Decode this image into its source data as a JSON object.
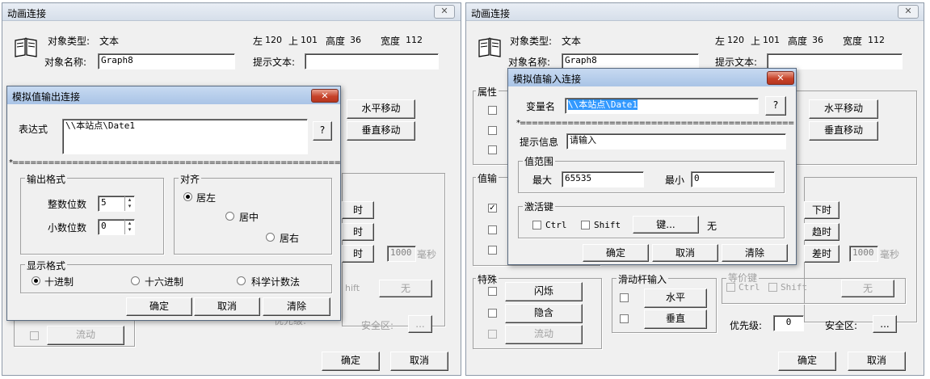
{
  "left_window": {
    "title": "动画连接",
    "close": "✕",
    "object_type_label": "对象类型:",
    "object_type": "文本",
    "left_label": "左",
    "left": "120",
    "top_label": "上",
    "top": "101",
    "height_label": "高度",
    "height": "36",
    "width_label": "宽度",
    "width": "112",
    "object_name_label": "对象名称:",
    "object_name": "Graph8",
    "hint_label": "提示文本:",
    "hint_value": "",
    "move_h": "水平移动",
    "move_v": "垂直移动",
    "partial_btns": [
      "时",
      "时",
      "时"
    ],
    "ms_value": "1000",
    "ms_label": "毫秒",
    "shift_text": "hift",
    "none_btn": "无",
    "flow_btn": "流动",
    "priority_partial": "优先级:",
    "safety_label": "安全区:",
    "ellipsis_btn": "...",
    "ok": "确定",
    "cancel": "取消"
  },
  "output_dialog": {
    "title": "模拟值输出连接",
    "close": "✕",
    "expr_label": "表达式",
    "expr_value": "\\\\本站点\\Date1",
    "expr_browse": "?",
    "stars": "*================================================================*",
    "format_group": "输出格式",
    "int_digits_label": "整数位数",
    "int_digits": "5",
    "dec_digits_label": "小数位数",
    "dec_digits": "0",
    "align_group": "对齐",
    "align_left": "居左",
    "align_center": "居中",
    "align_right": "居右",
    "display_group": "显示格式",
    "fmt_decimal": "十进制",
    "fmt_hex": "十六进制",
    "fmt_sci": "科学计数法",
    "ok": "确定",
    "cancel": "取消",
    "clear": "清除"
  },
  "right_window": {
    "title": "动画连接",
    "close": "✕",
    "object_type_label": "对象类型:",
    "object_type": "文本",
    "left_label": "左",
    "left": "120",
    "top_label": "上",
    "top": "101",
    "height_label": "高度",
    "height": "36",
    "width_label": "宽度",
    "width": "112",
    "object_name_label": "对象名称:",
    "object_name": "Graph8",
    "hint_label": "提示文本:",
    "hint_value": "",
    "attr_group_partial": "属性",
    "value_group_partial": "值输",
    "move_h": "水平移动",
    "move_v": "垂直移动",
    "partial_btns": [
      "下时",
      "趋时",
      "差时"
    ],
    "ms_value": "1000",
    "ms_label": "毫秒",
    "special_group": "特殊",
    "blink": "闪烁",
    "hide": "隐含",
    "flow": "流动",
    "slider_group": "滑动杆输入",
    "slider_h": "水平",
    "slider_v": "垂直",
    "shortcut_group_partial": "等价键",
    "ctrl": "Ctrl",
    "shift": "Shift",
    "none_btn": "无",
    "priority_label": "优先级:",
    "priority_value": "0",
    "safety_label": "安全区:",
    "ellipsis_btn": "...",
    "ok": "确定",
    "cancel": "取消"
  },
  "input_dialog": {
    "title": "模拟值输入连接",
    "close": "✕",
    "var_label": "变量名",
    "var_value": "\\\\本站点\\Date1",
    "var_browse": "?",
    "stars": "*=====================================================*",
    "prompt_label": "提示信息",
    "prompt_value": "请输入",
    "range_group": "值范围",
    "max_label": "最大",
    "max_value": "65535",
    "min_label": "最小",
    "min_value": "0",
    "hotkey_group": "激活键",
    "ctrl": "Ctrl",
    "shift": "Shift",
    "key_btn": "键...",
    "key_value": "无",
    "ok": "确定",
    "cancel": "取消",
    "clear": "清除"
  },
  "icons": {
    "book": "book-icon",
    "close": "close-icon",
    "spinner": "spinner-icon"
  }
}
